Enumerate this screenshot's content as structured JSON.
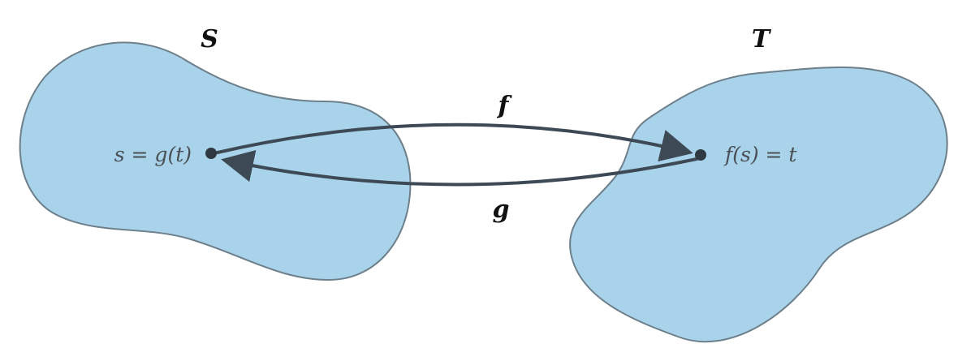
{
  "sets": {
    "left": {
      "name": "S",
      "point_label": "s = g(t)"
    },
    "right": {
      "name": "T",
      "point_label": "f(s) = t"
    }
  },
  "maps": {
    "forward": "f",
    "backward": "g"
  },
  "colors": {
    "region_fill": "#a9d3ea",
    "region_outline": "#6d7f8a",
    "arrow": "#3d4a55"
  }
}
